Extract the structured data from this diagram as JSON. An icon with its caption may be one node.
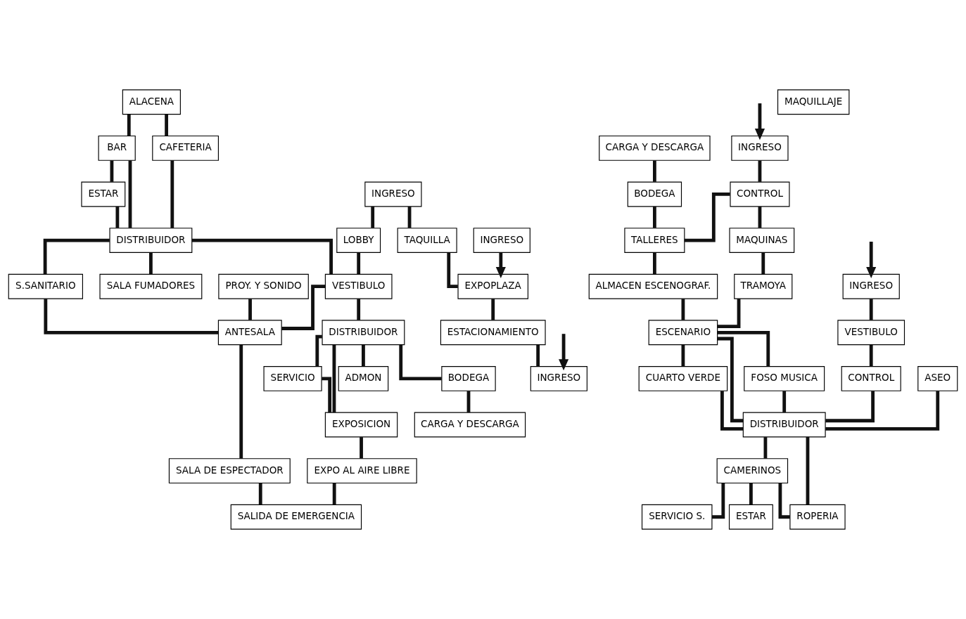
{
  "diagram": {
    "nodes": [
      {
        "text": [
          "ALACENA"
        ]
      },
      {
        "text": [
          "BAR"
        ]
      },
      {
        "text": [
          "ESTAR"
        ]
      },
      {
        "text": [
          "CAFETERIA"
        ]
      },
      {
        "text": [
          "DISTRIBUIDOR"
        ]
      },
      {
        "text": [
          "S.SANITARIO"
        ]
      },
      {
        "text": [
          "SALA FUMADORES"
        ]
      },
      {
        "text": [
          "CARGA Y DESCARGA"
        ]
      },
      {
        "text": [
          "INGRESO"
        ]
      },
      {
        "text": [
          "CONTROL"
        ]
      },
      {
        "text": [
          "MAQUINAS"
        ]
      },
      {
        "text": [
          "BODEGA"
        ]
      },
      {
        "text": [
          "TALLERES"
        ]
      },
      {
        "text": [
          "INGRESO"
        ]
      },
      {
        "text": [
          "TRAMOYA"
        ]
      },
      {
        "text": [
          "PROY. Y SONIDO"
        ]
      },
      {
        "text": [
          "ALMACEN ESCENOGRAF."
        ]
      },
      {
        "text": [
          "VESTIBULO"
        ]
      },
      {
        "text": [
          "INGRESO"
        ]
      },
      {
        "text": [
          "LOBBY"
        ]
      },
      {
        "text": [
          "VESTIBULO"
        ]
      },
      {
        "text": [
          "ANTESALA"
        ]
      },
      {
        "text": [
          "SALA DE ESPECTADOR"
        ]
      },
      {
        "text": [
          "ESCENARIO"
        ]
      },
      {
        "text": [
          "CUARTO VERDE"
        ]
      },
      {
        "text": [
          "CONTROL"
        ]
      },
      {
        "text": [
          "TAQUILLA"
        ]
      },
      {
        "text": [
          "ASEO"
        ]
      },
      {
        "text": [
          "INGRESO"
        ]
      },
      {
        "text": [
          "EXPOPLAZA"
        ]
      },
      {
        "text": [
          "DISTRIBUIDOR"
        ]
      },
      {
        "text": [
          "SERVICIO"
        ]
      },
      {
        "text": [
          "FOSO MUSICA"
        ]
      },
      {
        "text": [
          "DISTRIBUIDOR"
        ]
      },
      {
        "text": [
          "ESTACIONAMIENTO"
        ]
      },
      {
        "text": [
          "ADMON"
        ]
      },
      {
        "text": [
          "EXPOSICION"
        ]
      },
      {
        "text": [
          "MAQUILLAJE"
        ]
      },
      {
        "text": [
          "BODEGA"
        ]
      },
      {
        "text": [
          "CAMERINOS"
        ]
      },
      {
        "text": [
          "INGRESO"
        ]
      },
      {
        "text": [
          "EXPO AL AIRE LIBRE"
        ]
      },
      {
        "text": [
          "SALIDA DE EMERGENCIA"
        ]
      },
      {
        "text": [
          "ESTAR"
        ]
      },
      {
        "text": [
          "ROPERIA"
        ]
      },
      {
        "text": [
          "CARGA Y DESCARGA"
        ]
      },
      {
        "text": [
          "SERVICIO S."
        ]
      }
    ],
    "edges": [
      {
        "from": 0,
        "to": 1,
        "arrow": "none"
      },
      {
        "from": 1,
        "to": 2,
        "arrow": "none"
      },
      {
        "from": 0,
        "to": 3,
        "arrow": "none"
      },
      {
        "from": 1,
        "to": 4,
        "arrow": "none"
      },
      {
        "from": 2,
        "to": 4,
        "arrow": "none"
      },
      {
        "from": 3,
        "to": 4,
        "arrow": "none"
      },
      {
        "from": 4,
        "to": 5,
        "arrow": "none"
      },
      {
        "from": 4,
        "to": 6,
        "arrow": "none"
      },
      {
        "from": 4,
        "to": 20,
        "arrow": "none"
      },
      {
        "from": 5,
        "to": 21,
        "arrow": "none"
      },
      {
        "from": null,
        "to": 8,
        "arrow": "to"
      },
      {
        "from": 7,
        "to": 11,
        "arrow": "none"
      },
      {
        "from": 8,
        "to": 9,
        "arrow": "none"
      },
      {
        "from": 9,
        "to": 10,
        "arrow": "none"
      },
      {
        "from": 9,
        "to": 12,
        "arrow": "none"
      },
      {
        "from": 11,
        "to": 12,
        "arrow": "none"
      },
      {
        "from": 10,
        "to": 14,
        "arrow": "none"
      },
      {
        "from": null,
        "to": 13,
        "arrow": "to"
      },
      {
        "from": 12,
        "to": 16,
        "arrow": "none"
      },
      {
        "from": 13,
        "to": 17,
        "arrow": "none"
      },
      {
        "from": 17,
        "to": 25,
        "arrow": "none"
      },
      {
        "from": 14,
        "to": 23,
        "arrow": "none"
      },
      {
        "from": 16,
        "to": 23,
        "arrow": "none"
      },
      {
        "from": 15,
        "to": 21,
        "arrow": "none"
      },
      {
        "from": 18,
        "to": 19,
        "arrow": "none"
      },
      {
        "from": 19,
        "to": 20,
        "arrow": "none"
      },
      {
        "from": 20,
        "to": 21,
        "arrow": "none"
      },
      {
        "from": 21,
        "to": 22,
        "arrow": "none"
      },
      {
        "from": 23,
        "to": 24,
        "arrow": "none"
      },
      {
        "from": 23,
        "to": 32,
        "arrow": "none"
      },
      {
        "from": 23,
        "to": 33,
        "arrow": "none"
      },
      {
        "from": 24,
        "to": 33,
        "arrow": "none"
      },
      {
        "from": 25,
        "to": 33,
        "arrow": "none"
      },
      {
        "from": 27,
        "to": 33,
        "arrow": "none"
      },
      {
        "from": 18,
        "to": 26,
        "arrow": "none"
      },
      {
        "from": 26,
        "to": 29,
        "arrow": "none"
      },
      {
        "from": 28,
        "to": 29,
        "arrow": "to"
      },
      {
        "from": 29,
        "to": 34,
        "arrow": "none"
      },
      {
        "from": 34,
        "to": 40,
        "arrow": "none"
      },
      {
        "from": null,
        "to": 40,
        "arrow": "to"
      },
      {
        "from": 20,
        "to": 30,
        "arrow": "none"
      },
      {
        "from": 30,
        "to": 31,
        "arrow": "none"
      },
      {
        "from": 30,
        "to": 35,
        "arrow": "none"
      },
      {
        "from": 30,
        "to": 38,
        "arrow": "none"
      },
      {
        "from": 30,
        "to": 36,
        "arrow": "none"
      },
      {
        "from": 31,
        "to": 36,
        "arrow": "none"
      },
      {
        "from": 38,
        "to": 45,
        "arrow": "none"
      },
      {
        "from": 36,
        "to": 41,
        "arrow": "none"
      },
      {
        "from": 41,
        "to": 42,
        "arrow": "none"
      },
      {
        "from": 22,
        "to": 42,
        "arrow": "none"
      },
      {
        "from": 32,
        "to": 33,
        "arrow": "none"
      },
      {
        "from": 33,
        "to": 39,
        "arrow": "none"
      },
      {
        "from": 33,
        "to": 44,
        "arrow": "none"
      },
      {
        "from": 39,
        "to": 43,
        "arrow": "none"
      },
      {
        "from": 39,
        "to": 46,
        "arrow": "none"
      },
      {
        "from": 39,
        "to": 44,
        "arrow": "none"
      }
    ]
  }
}
